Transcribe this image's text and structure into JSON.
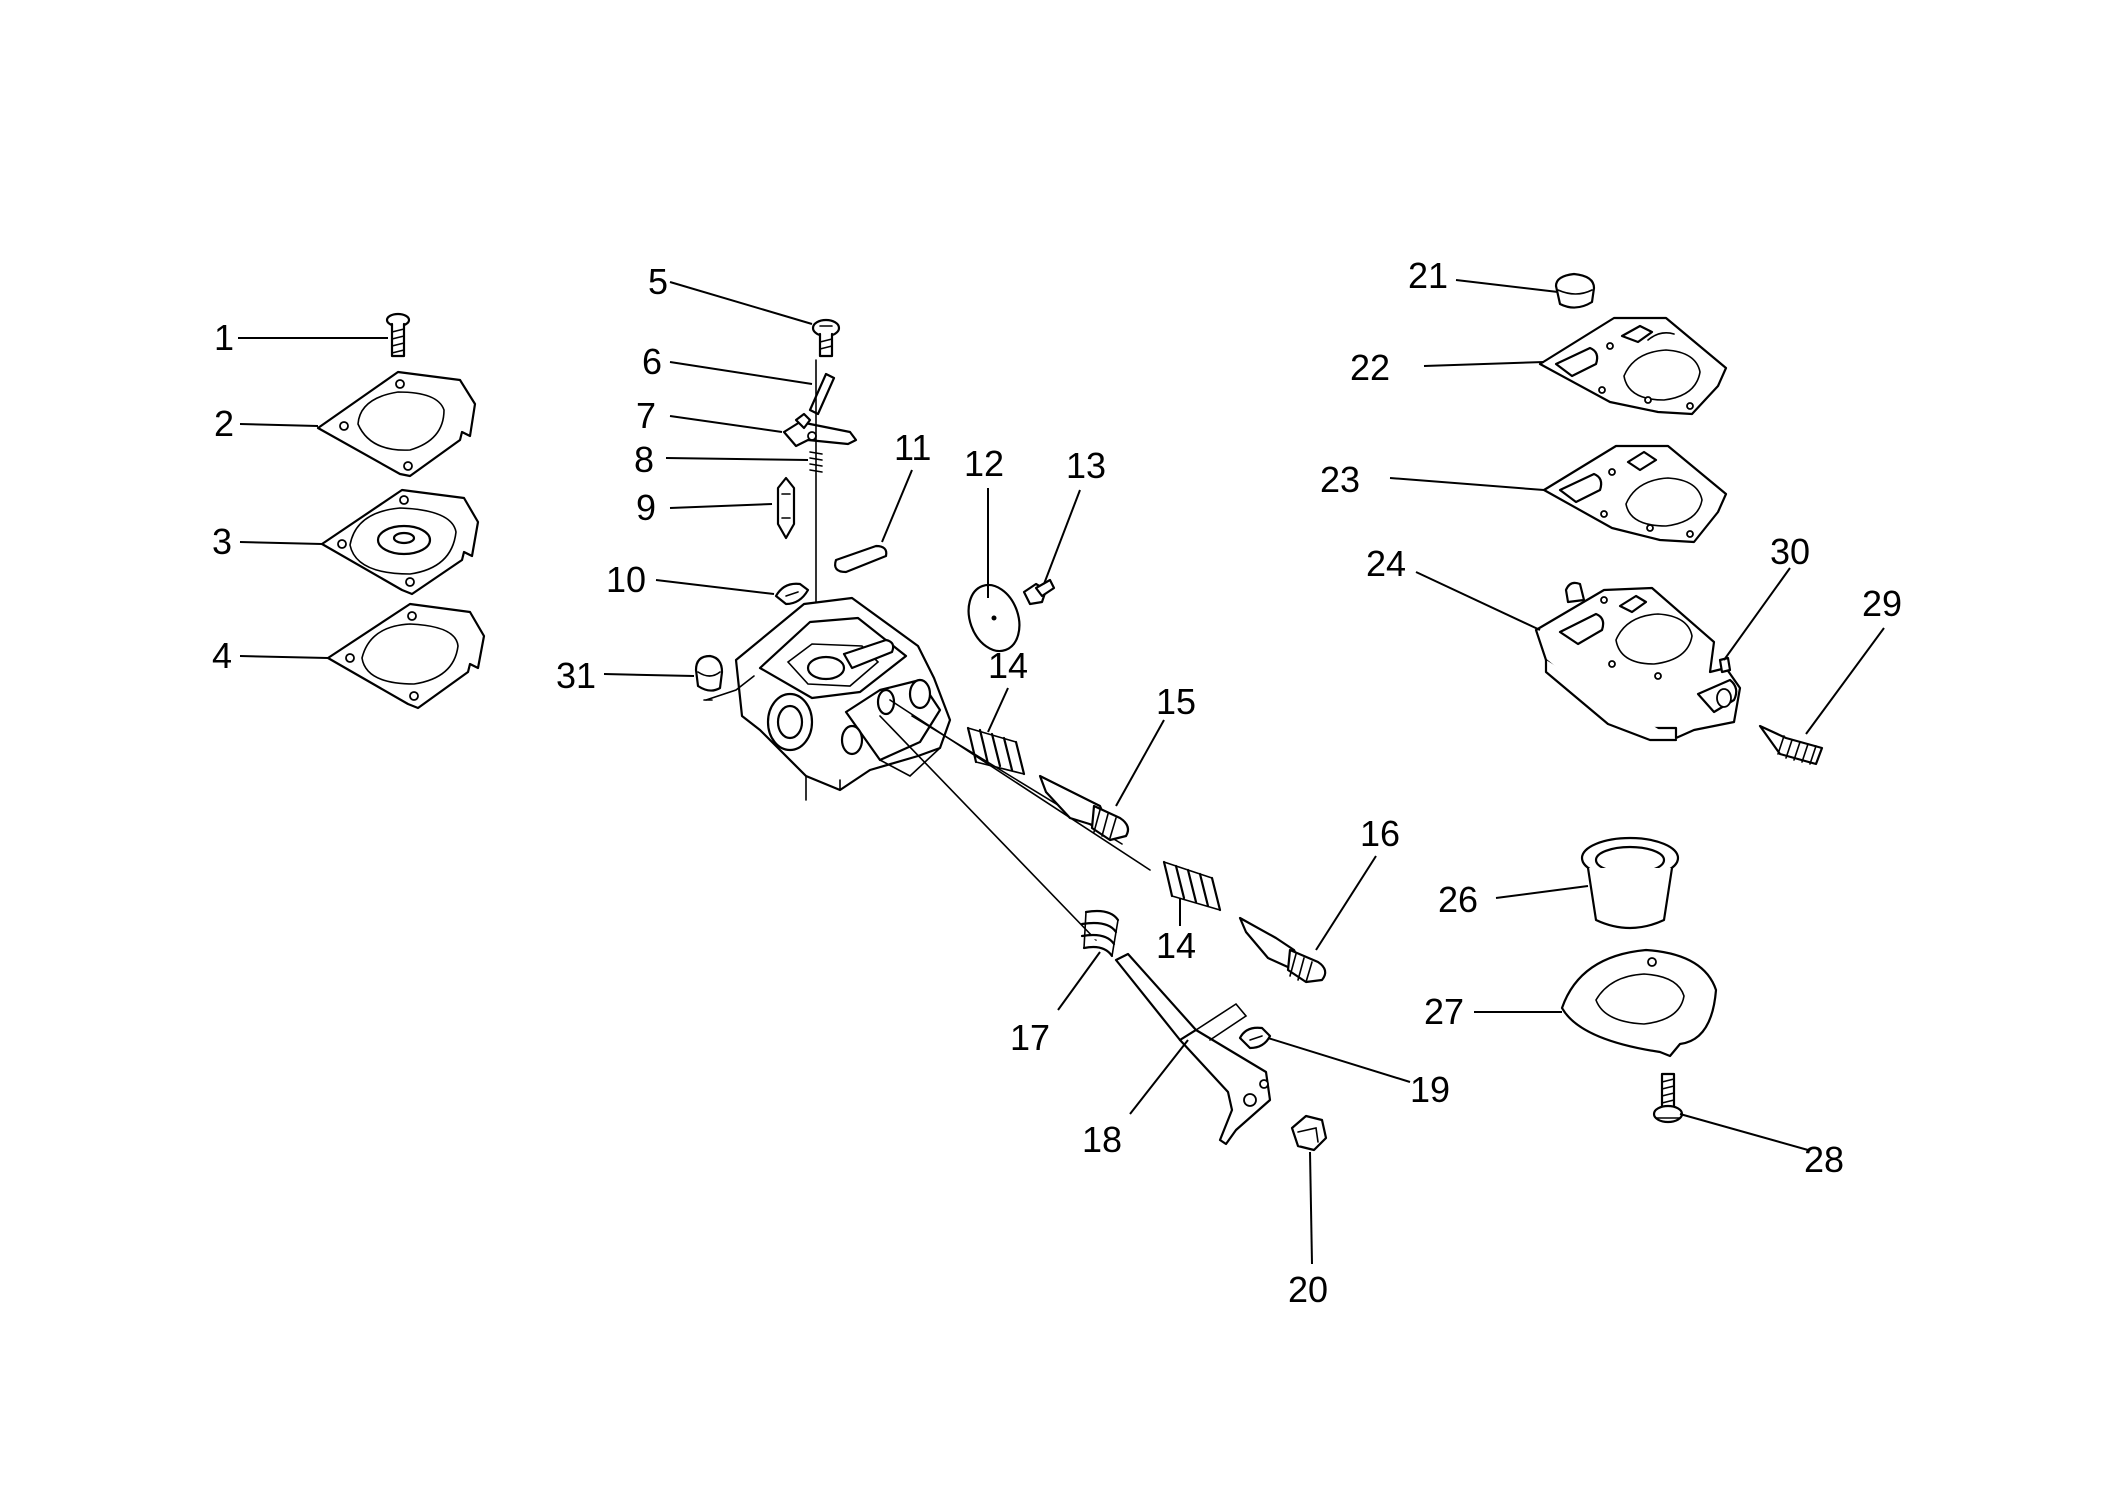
{
  "colors": {
    "ink": "#000000",
    "paper": "#ffffff"
  },
  "callouts": [
    {
      "id": "1",
      "text": "1"
    },
    {
      "id": "2",
      "text": "2"
    },
    {
      "id": "3",
      "text": "3"
    },
    {
      "id": "4",
      "text": "4"
    },
    {
      "id": "5",
      "text": "5"
    },
    {
      "id": "6",
      "text": "6"
    },
    {
      "id": "7",
      "text": "7"
    },
    {
      "id": "8",
      "text": "8"
    },
    {
      "id": "9",
      "text": "9"
    },
    {
      "id": "10",
      "text": "10"
    },
    {
      "id": "11",
      "text": "11"
    },
    {
      "id": "12",
      "text": "12"
    },
    {
      "id": "13",
      "text": "13"
    },
    {
      "id": "14a",
      "text": "14"
    },
    {
      "id": "14b",
      "text": "14"
    },
    {
      "id": "15",
      "text": "15"
    },
    {
      "id": "16",
      "text": "16"
    },
    {
      "id": "17",
      "text": "17"
    },
    {
      "id": "18",
      "text": "18"
    },
    {
      "id": "19",
      "text": "19"
    },
    {
      "id": "20",
      "text": "20"
    },
    {
      "id": "21",
      "text": "21"
    },
    {
      "id": "22",
      "text": "22"
    },
    {
      "id": "23",
      "text": "23"
    },
    {
      "id": "24",
      "text": "24"
    },
    {
      "id": "26",
      "text": "26"
    },
    {
      "id": "27",
      "text": "27"
    },
    {
      "id": "28",
      "text": "28"
    },
    {
      "id": "29",
      "text": "29"
    },
    {
      "id": "30",
      "text": "30"
    },
    {
      "id": "31",
      "text": "31"
    }
  ]
}
